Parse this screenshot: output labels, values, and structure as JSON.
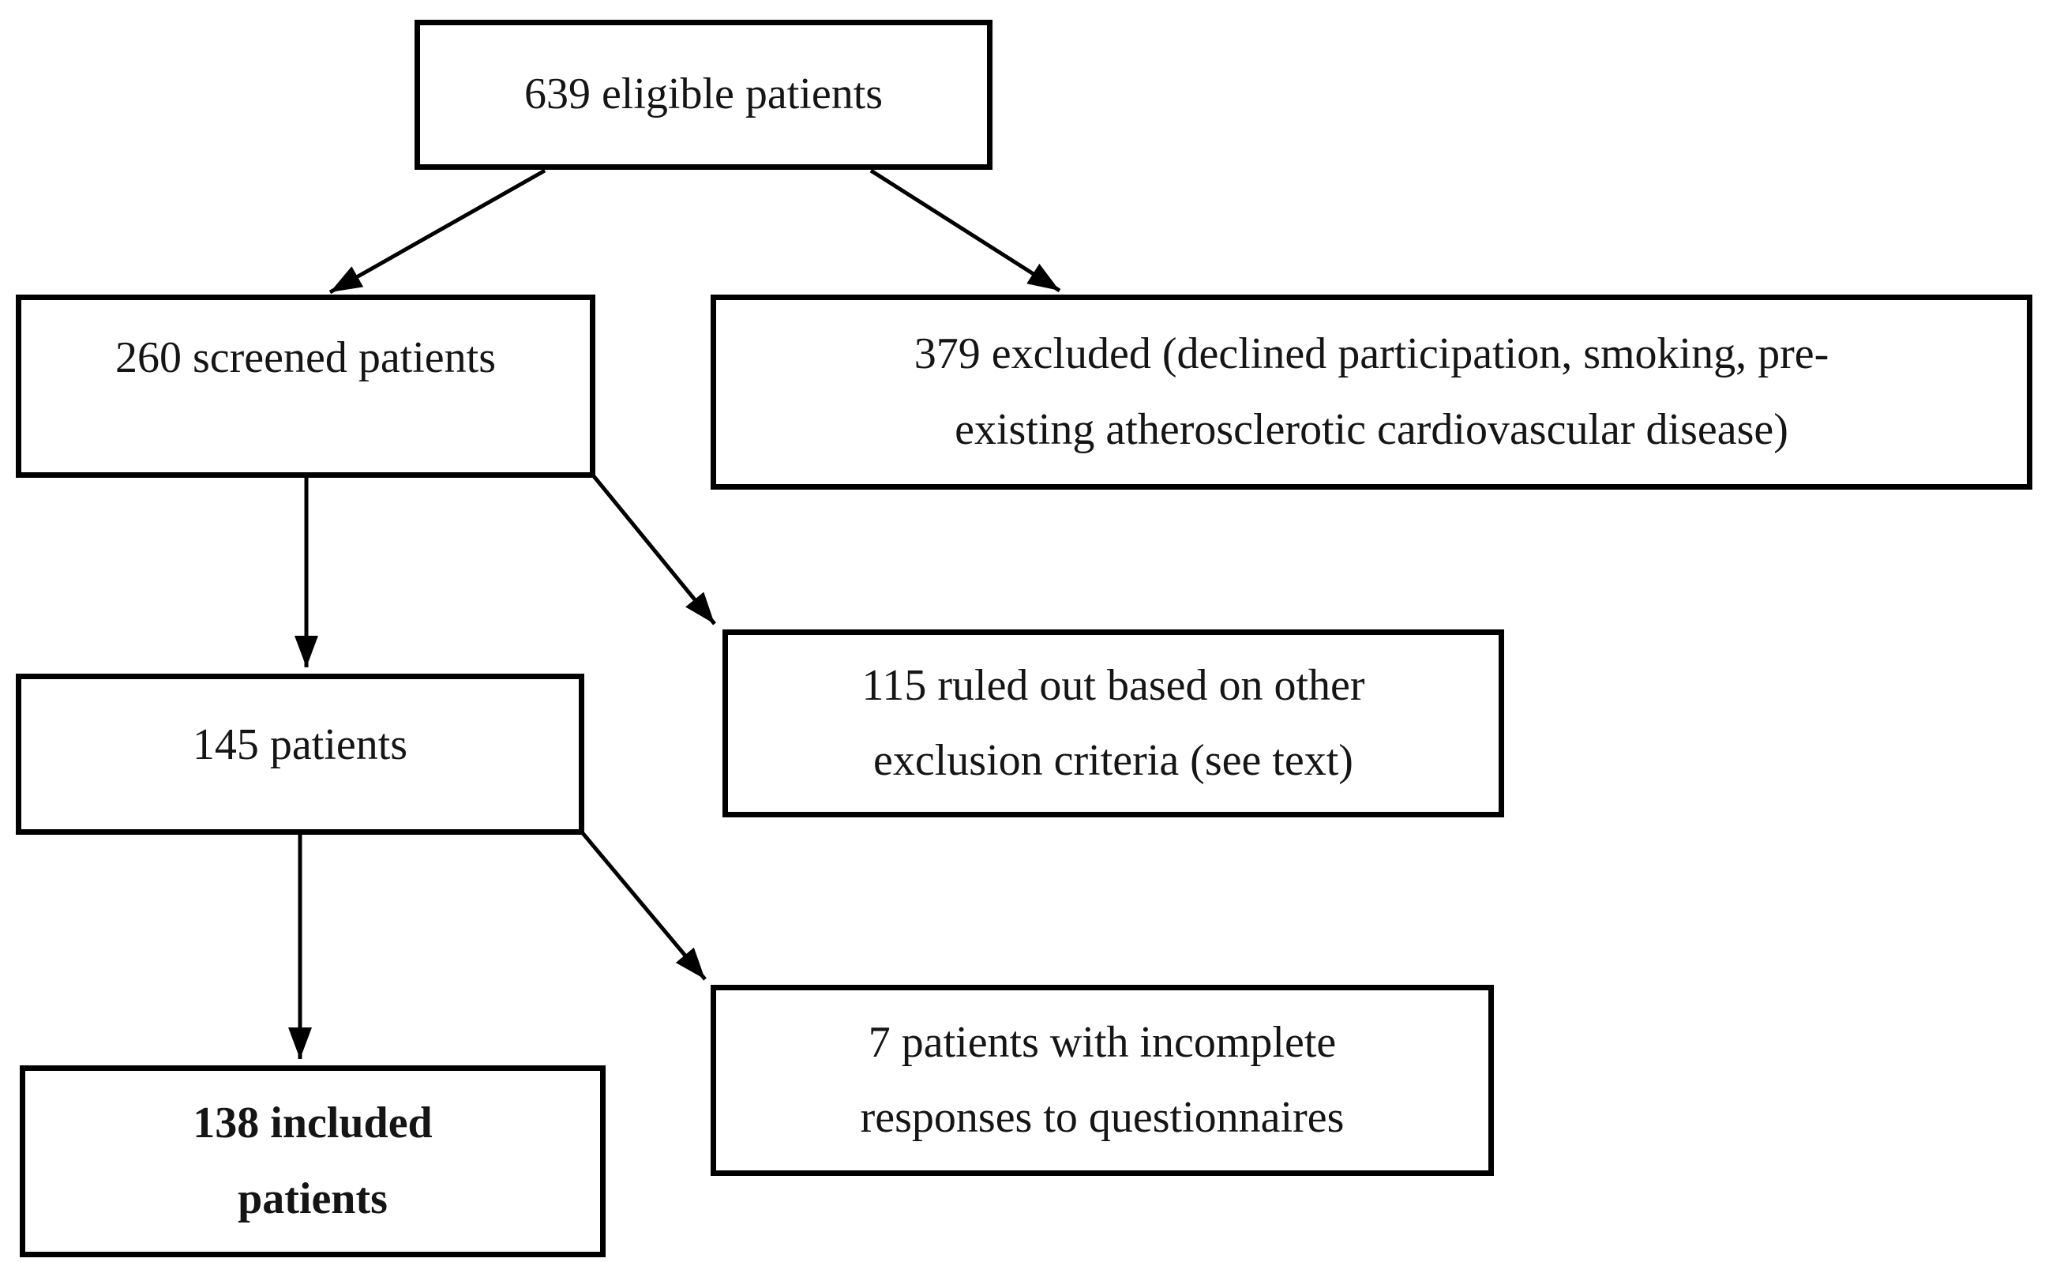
{
  "figure": {
    "type": "flowchart",
    "background_color": "#ffffff",
    "line_color": "#000000",
    "text_color": "#151515",
    "nodes": [
      {
        "id": "eligible",
        "label": "639 eligible patients",
        "bold": false
      },
      {
        "id": "screened",
        "label": "260 screened patients",
        "bold": false
      },
      {
        "id": "excluded",
        "label": "379 excluded (declined participation, smoking, pre-\nexisting atherosclerotic cardiovascular disease)",
        "bold": false
      },
      {
        "id": "ruled-out",
        "label": "115 ruled out based on other\nexclusion criteria (see text)",
        "bold": false
      },
      {
        "id": "patients-145",
        "label": "145 patients",
        "bold": false
      },
      {
        "id": "incomplete",
        "label": "7 patients with incomplete\nresponses to questionnaires",
        "bold": false
      },
      {
        "id": "included",
        "label": "138 included\npatients",
        "bold": true
      }
    ],
    "edges": [
      {
        "from": "eligible",
        "to": "screened"
      },
      {
        "from": "eligible",
        "to": "excluded"
      },
      {
        "from": "screened",
        "to": "patients-145"
      },
      {
        "from": "screened",
        "to": "ruled-out"
      },
      {
        "from": "patients-145",
        "to": "included"
      },
      {
        "from": "patients-145",
        "to": "incomplete"
      }
    ]
  }
}
